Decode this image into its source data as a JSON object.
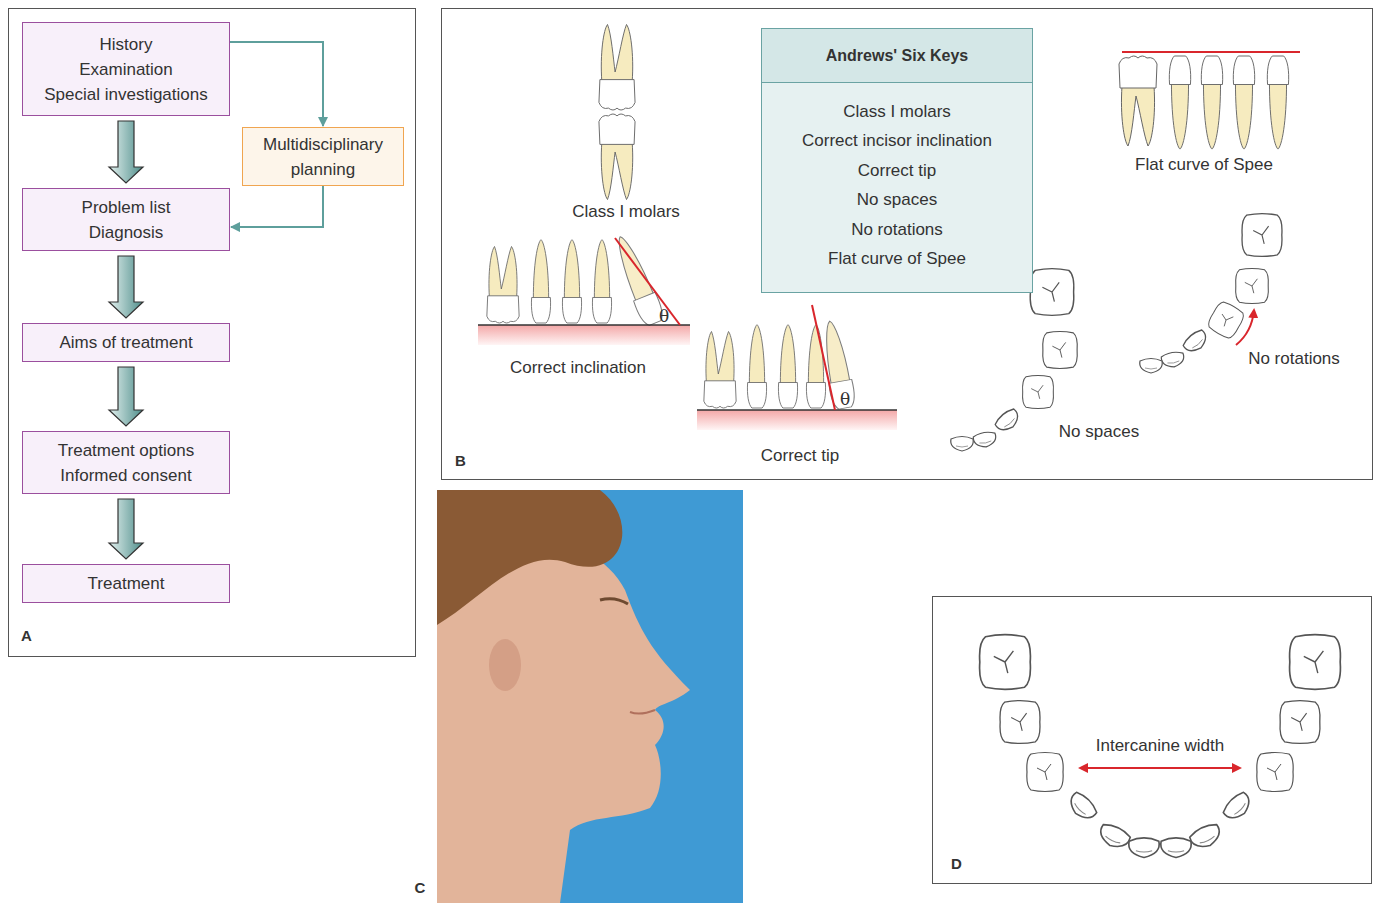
{
  "diagram": {
    "nodes": [
      {
        "text": [
          "A"
        ]
      },
      {
        "text": [
          "History",
          "Examination",
          "Special investigations"
        ],
        "in": 0
      },
      {
        "text": [
          "Multidisciplinary planning"
        ],
        "in": 0
      },
      {
        "text": [
          "Problem list",
          "Diagnosis"
        ],
        "in": 0
      },
      {
        "text": [
          "Aims of treatment"
        ],
        "in": 0
      },
      {
        "text": [
          "Treatment options",
          "Informed consent"
        ],
        "in": 0
      },
      {
        "text": [
          "Treatment"
        ],
        "in": 0
      },
      {
        "text": [
          "B"
        ]
      },
      {
        "text": [
          "Andrews' Six Keys",
          "Class I molars",
          "Correct incisor inclination",
          "Correct tip",
          "No spaces",
          "No rotations",
          "Flat curve of Spee"
        ],
        "in": 7
      },
      {
        "text": [
          "D"
        ]
      }
    ],
    "edges": [
      {
        "from": 1,
        "to": 3,
        "arrow": "to"
      },
      {
        "from": 1,
        "to": 2,
        "arrow": "to"
      },
      {
        "from": 2,
        "to": 3,
        "arrow": "to"
      },
      {
        "from": 3,
        "to": 4,
        "arrow": "to"
      },
      {
        "from": 4,
        "to": 5,
        "arrow": "to"
      },
      {
        "from": 5,
        "to": 6,
        "arrow": "to"
      }
    ],
    "labels": [
      "Class I molars",
      "Correct inclination",
      "θ",
      "Correct tip",
      "θ",
      "No spaces",
      "No rotations",
      "Flat curve of Spee",
      "C",
      "Intercanine width"
    ]
  }
}
